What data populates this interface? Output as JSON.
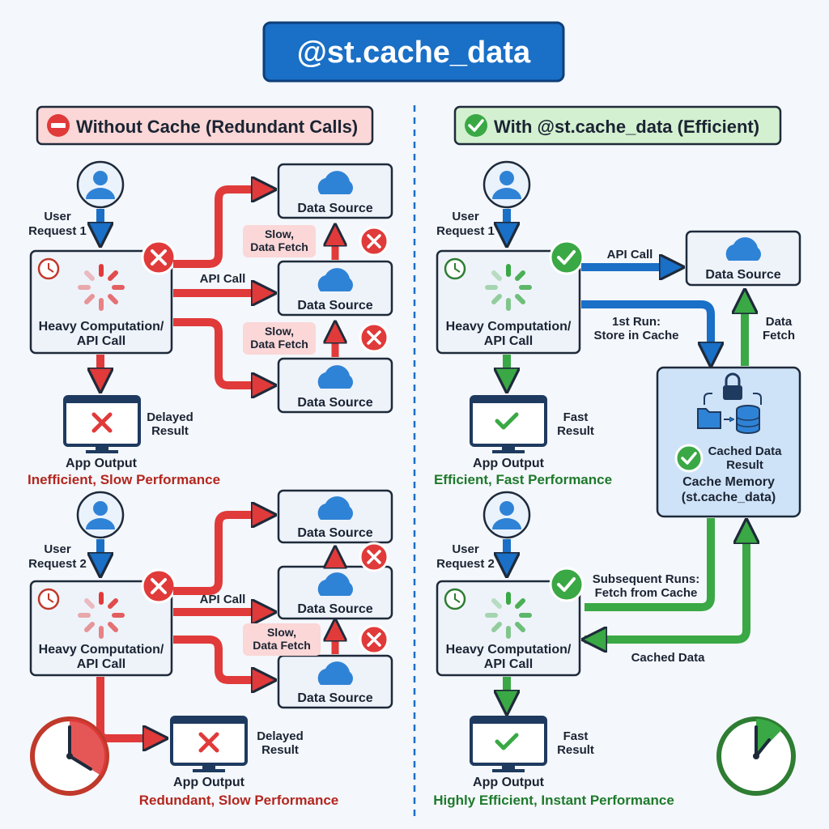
{
  "title": "@st.cache_data",
  "left": {
    "header": "Without Cache (Redundant Calls)",
    "user_request_1": [
      "User",
      "Request 1"
    ],
    "user_request_2": [
      "User",
      "Request 2"
    ],
    "computation_label": [
      "Heavy Computation/",
      "API Call"
    ],
    "api_call_label": "API Call",
    "data_source_label": "Data Source",
    "slow_fetch_label": [
      "Slow,",
      "Data Fetch"
    ],
    "delayed_result_label": [
      "Delayed",
      "Result"
    ],
    "app_output_label": "App Output",
    "verdict_top": "Inefficient, Slow Performance",
    "verdict_bottom": "Redundant, Slow Performance"
  },
  "right": {
    "header": "With @st.cache_data (Efficient)",
    "user_request_1": [
      "User",
      "Request 1"
    ],
    "user_request_2": [
      "User",
      "Request 2"
    ],
    "computation_label": [
      "Heavy Computation/",
      "API Call"
    ],
    "api_call_label": "API Call",
    "data_source_label": "Data Source",
    "first_run_label": [
      "1st Run:",
      "Store in Cache"
    ],
    "data_fetch_label": [
      "Data",
      "Fetch"
    ],
    "cached_result_label": [
      "Cached Data",
      "Result"
    ],
    "cache_memory_label": [
      "Cache Memory",
      "(st.cache_data)"
    ],
    "subsequent_label": [
      "Subsequent Runs:",
      "Fetch from Cache"
    ],
    "cached_data_label": "Cached Data",
    "fast_result_label": [
      "Fast",
      "Result"
    ],
    "app_output_label": "App Output",
    "verdict_top": "Efficient, Fast Performance",
    "verdict_bottom": "Highly Efficient, Instant Performance"
  },
  "colors": {
    "red": "#e03a3a",
    "red_dark": "#b3261e",
    "green": "#3aa845",
    "green_dark": "#1e7a2c",
    "blue": "#1a6fc6",
    "blue_dark": "#0e3f78",
    "cloud": "#2f83d6"
  }
}
